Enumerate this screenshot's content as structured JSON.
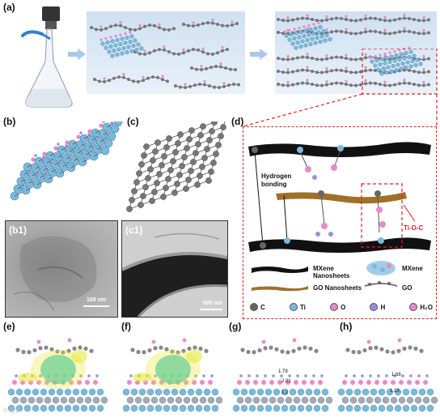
{
  "panels": {
    "a": "(a)",
    "b": "(b)",
    "c": "(c)",
    "d": "(d)",
    "b1": "(b1)",
    "c1": "(c1)",
    "e": "(e)",
    "f": "(f)",
    "g": "(g)",
    "h": "(h)"
  },
  "scale_bars": {
    "b1": "100 nm",
    "c1": "500 nm"
  },
  "schematic_d": {
    "hydrogen_bonding": "Hydrogen bonding",
    "ti_o_c": "Ti-O-C",
    "legend": {
      "mxene_sheets": "MXene Nanosheets",
      "go_sheets": "GO Nanosheets",
      "mxene": "MXene",
      "go": "GO",
      "atoms": [
        {
          "label": "C",
          "color": "#666666"
        },
        {
          "label": "Ti",
          "color": "#7ab8dc"
        },
        {
          "label": "O",
          "color": "#e88ac8"
        },
        {
          "label": "H",
          "color": "#9a8ee0"
        },
        {
          "label": "H₂O",
          "color": "#e88ac8"
        }
      ]
    }
  },
  "bond_lengths": {
    "g": [
      "1.79",
      "2.01",
      "1.2"
    ],
    "h": [
      "1.68",
      "1.15"
    ]
  },
  "watermark": "© 化学"
}
